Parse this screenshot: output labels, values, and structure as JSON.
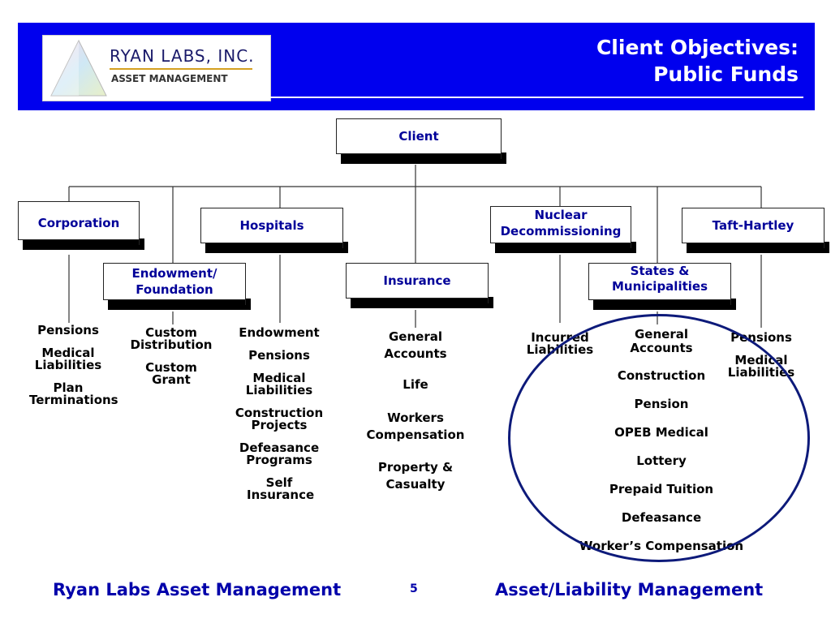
{
  "header": {
    "title_line1": "Client Objectives:",
    "title_line2": "Public Funds",
    "logo_name": "RYAN LABS, INC.",
    "logo_sub": "ASSET MANAGEMENT"
  },
  "diagram": {
    "root": "Client",
    "corporation": {
      "label": "Corporation",
      "items": [
        "Pensions",
        "Medical Liabilities",
        "Plan Terminations"
      ]
    },
    "endowment": {
      "line1": "Endowment/",
      "line2": "Foundation",
      "items": [
        "Custom Distribution",
        "Custom Grant"
      ]
    },
    "hospitals": {
      "label": "Hospitals",
      "items": [
        "Endowment",
        "Pensions",
        "Medical Liabilities",
        "Construction Projects",
        "Defeasance Programs",
        "Self Insurance"
      ]
    },
    "insurance": {
      "label": "Insurance",
      "items": [
        "General Accounts",
        "Life",
        "Workers Compensation",
        "Property & Casualty"
      ]
    },
    "nuclear": {
      "line1": "Nuclear",
      "line2": "Decommissioning",
      "items": [
        "Incurred Liabilities"
      ]
    },
    "states": {
      "line1": "States &",
      "line2": "Municipalities",
      "items": [
        "General Accounts",
        "Construction",
        "Pension",
        "OPEB Medical",
        "Lottery",
        "Prepaid Tuition",
        "Defeasance",
        "Worker’s Compensation"
      ]
    },
    "taft": {
      "label": "Taft-Hartley",
      "items": [
        "Pensions",
        "Medical Liabilities"
      ]
    }
  },
  "footer": {
    "left": "Ryan Labs Asset Management",
    "page": "5",
    "right": "Asset/Liability Management"
  },
  "colors": {
    "header_bg": "#0000ee",
    "label_blue": "#000099",
    "footer_blue": "#0000aa",
    "ellipse": "#0d1a7a"
  }
}
